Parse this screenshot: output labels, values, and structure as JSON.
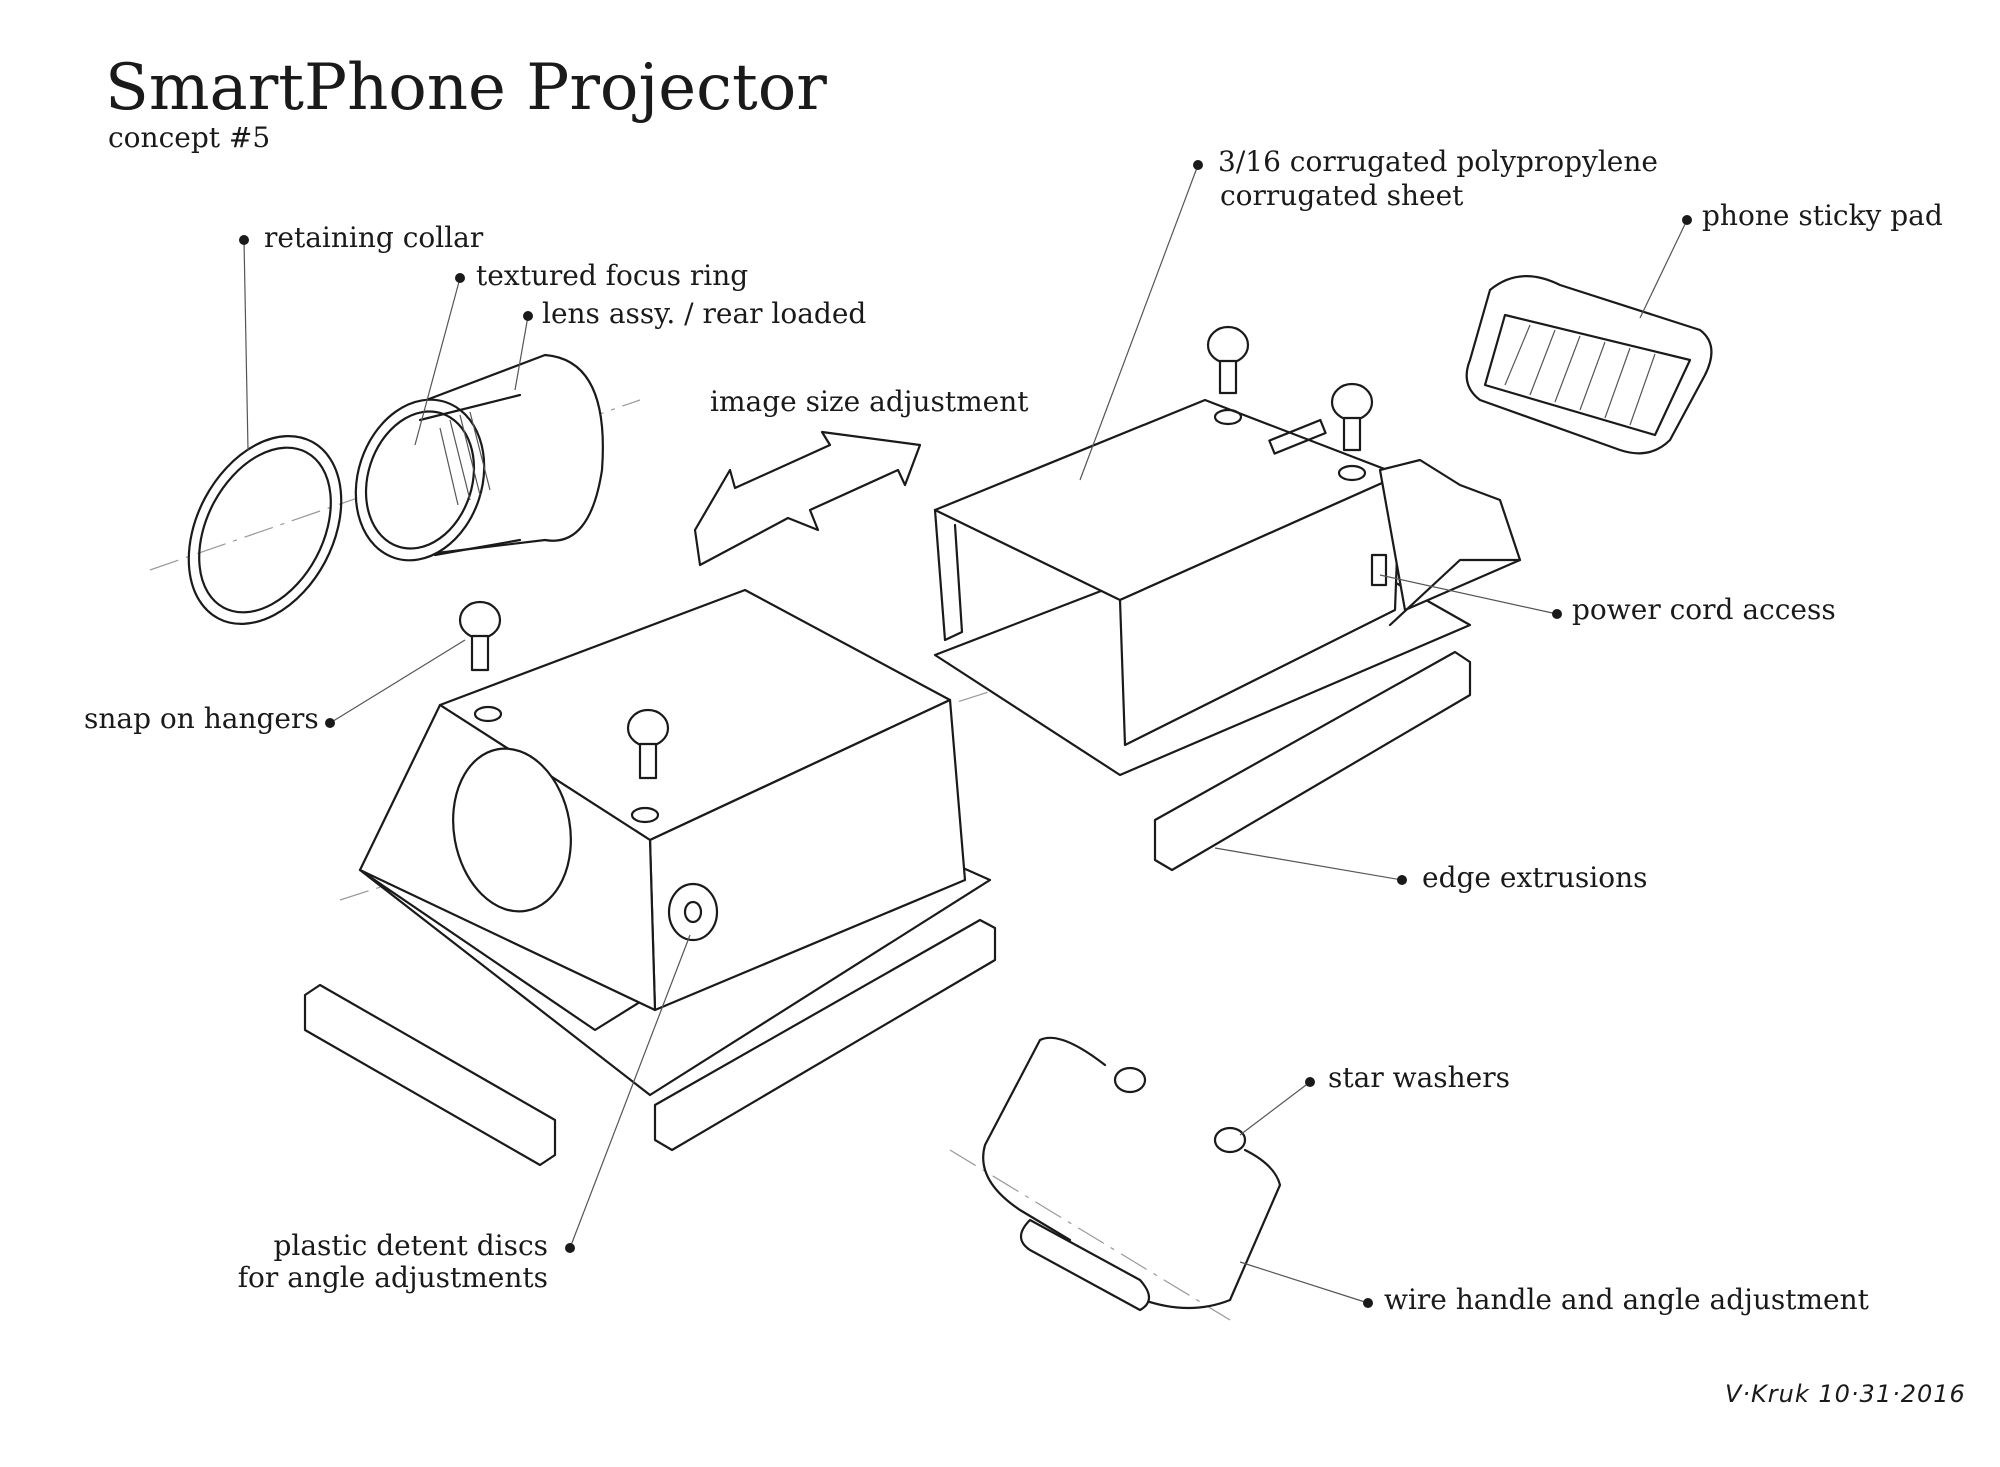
{
  "title": "SmartPhone Projector",
  "subtitle": "concept #5",
  "signature": "V·Kruk 10·31·2016",
  "labels": {
    "retaining_collar": "retaining collar",
    "textured_focus_ring": "textured focus ring",
    "lens_assy": "lens assy. / rear loaded",
    "image_size_adjustment": "image size adjustment",
    "corrugated_line1": "3/16 corrugated polypropylene",
    "corrugated_line2": "corrugated sheet",
    "phone_sticky_pad": "phone sticky pad",
    "power_cord_access": "power cord access",
    "snap_on_hangers": "snap on hangers",
    "edge_extrusions": "edge extrusions",
    "star_washers": "star washers",
    "detent_line1": "plastic detent discs",
    "detent_line2": "for angle adjustments",
    "wire_handle": "wire handle and angle adjustment"
  }
}
